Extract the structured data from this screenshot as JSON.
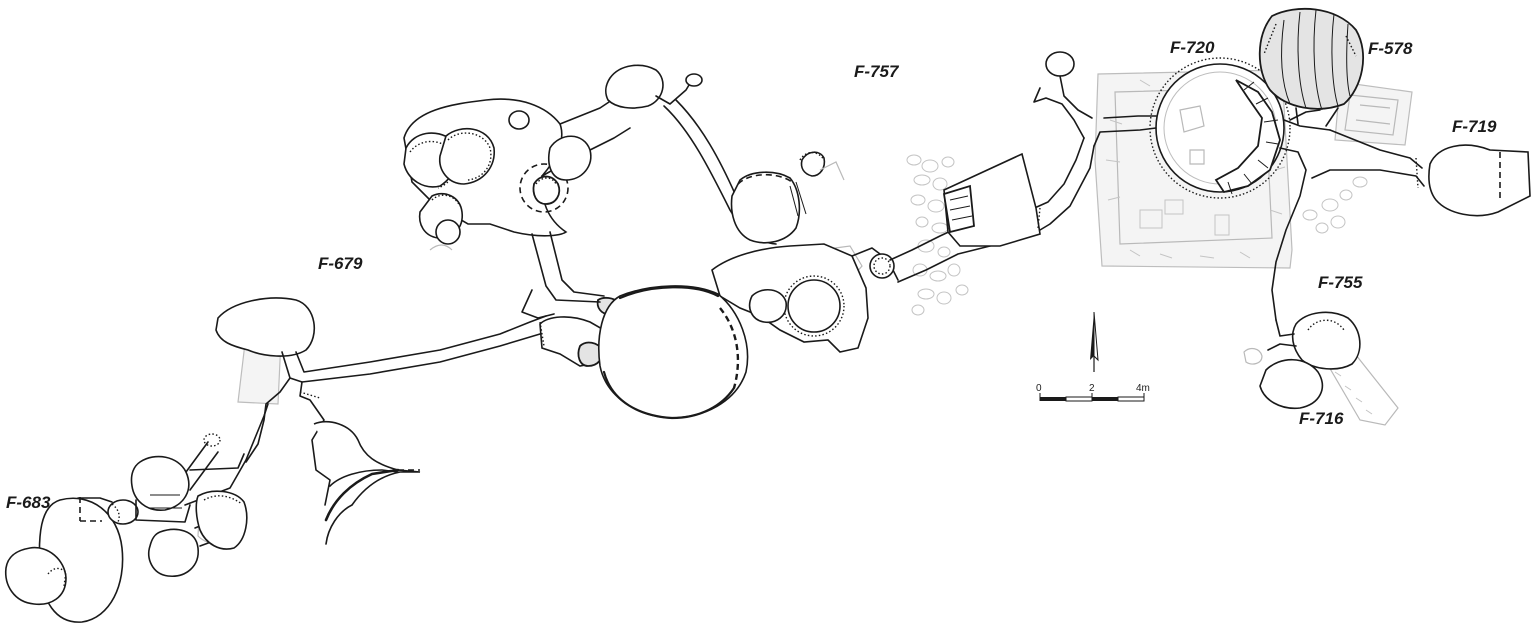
{
  "features": [
    {
      "id": "f-683",
      "label": "F-683"
    },
    {
      "id": "f-679",
      "label": "F-679"
    },
    {
      "id": "f-757",
      "label": "F-757"
    },
    {
      "id": "f-720",
      "label": "F-720"
    },
    {
      "id": "f-578",
      "label": "F-578"
    },
    {
      "id": "f-719",
      "label": "F-719"
    },
    {
      "id": "f-755",
      "label": "F-755"
    },
    {
      "id": "f-716",
      "label": "F-716"
    }
  ],
  "scale_bar": {
    "ticks": [
      "0",
      "2",
      "4m"
    ]
  },
  "north_arrow": {
    "symbol": "north-arrow"
  },
  "colors": {
    "outline": "#1a1a1a",
    "background_structures": "#b9b9b9",
    "background": "#ffffff"
  }
}
